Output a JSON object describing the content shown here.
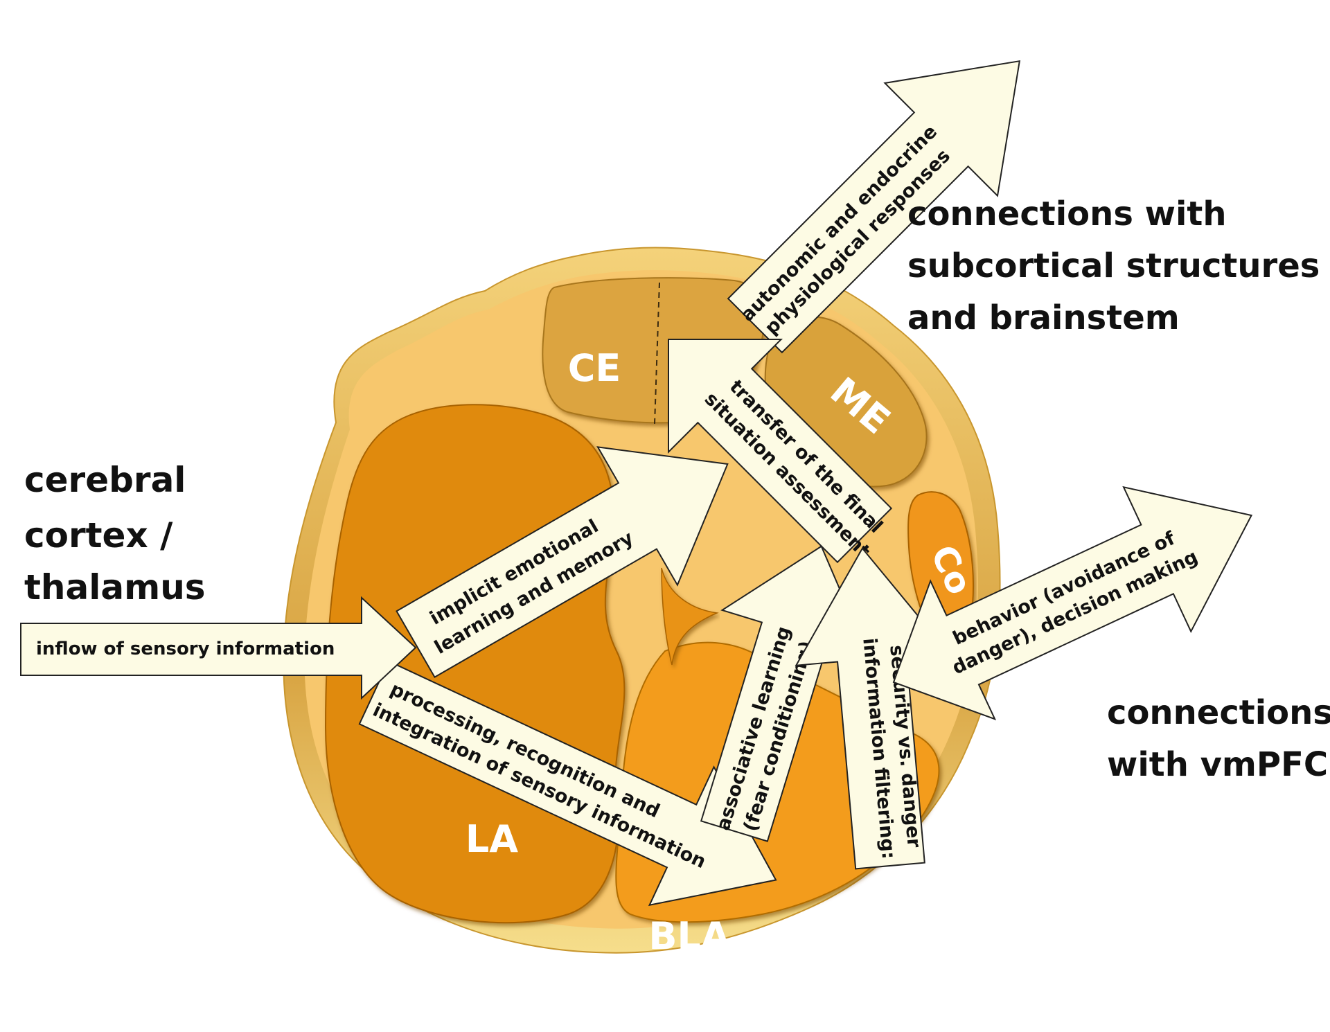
{
  "title": "Amygdala nuclei and functional connections",
  "colors": {
    "outer_capsule": "#e7b54f",
    "inner_bg": "#f7c76d",
    "la_nucleus": "#e08a0c",
    "bla_nucleus": "#f39c1a",
    "ce_nucleus": "#dca440",
    "me_nucleus": "#d9a23a",
    "co_nucleus": "#f0961a",
    "arrow_fill": "#fdfbe4",
    "text_dark": "#111111",
    "region_text": "#ffffff"
  },
  "external_labels": {
    "input": [
      "cerebral",
      "cortex /",
      "thalamus"
    ],
    "subcortical": [
      "connections with",
      "subcortical structures",
      "and brainstem"
    ],
    "vmpfc": [
      "connections",
      "with vmPFC"
    ]
  },
  "regions": {
    "ce": "CE",
    "me": "ME",
    "co": "Co",
    "la": "LA",
    "bla": "BLA"
  },
  "arrows": {
    "inflow": [
      "inflow of sensory information"
    ],
    "implicit": [
      "implicit emotional",
      "learning and memory"
    ],
    "processing": [
      "processing, recognition and",
      "integration of sensory information"
    ],
    "associative": [
      "associative learning",
      "(fear conditioning)"
    ],
    "filtering": [
      "information filtering:",
      "security vs. danger"
    ],
    "transfer": [
      "transfer of the final",
      "situation assessment"
    ],
    "autonomic": [
      "autonomic and endocrine",
      "physiological responses"
    ],
    "behavior": [
      "behavior (avoidance of",
      "danger), decision making"
    ]
  }
}
